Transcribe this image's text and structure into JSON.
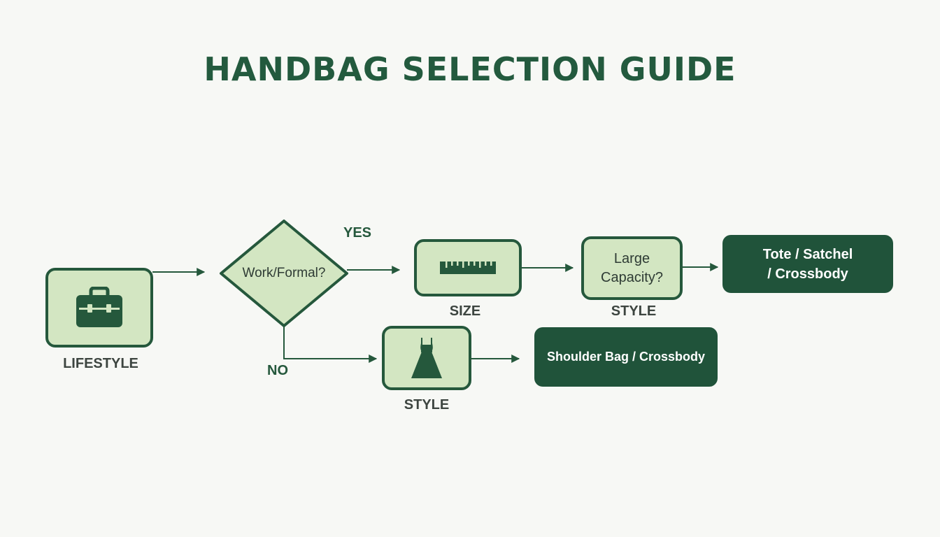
{
  "title": "HANDBAG SELECTION GUIDE",
  "colors": {
    "dark_green": "#20533a",
    "light_green": "#d3e6c2",
    "background": "#f7f8f5",
    "caption_text": "#3d4540"
  },
  "nodes": {
    "lifestyle": {
      "icon": "briefcase-icon",
      "caption": "LIFESTYLE"
    },
    "decision": {
      "label": "Work/Formal?"
    },
    "size": {
      "icon": "ruler-icon",
      "caption": "SIZE"
    },
    "capacity": {
      "label_line1": "Large",
      "label_line2": "Capacity?",
      "caption": "STYLE"
    },
    "dress": {
      "icon": "dress-icon",
      "caption": "STYLE"
    }
  },
  "branches": {
    "yes": "YES",
    "no": "NO"
  },
  "results": {
    "tote_line1": "Tote / Satchel",
    "tote_line2": "/ Crossbody",
    "shoulder": "Shoulder Bag / Crossbody"
  }
}
